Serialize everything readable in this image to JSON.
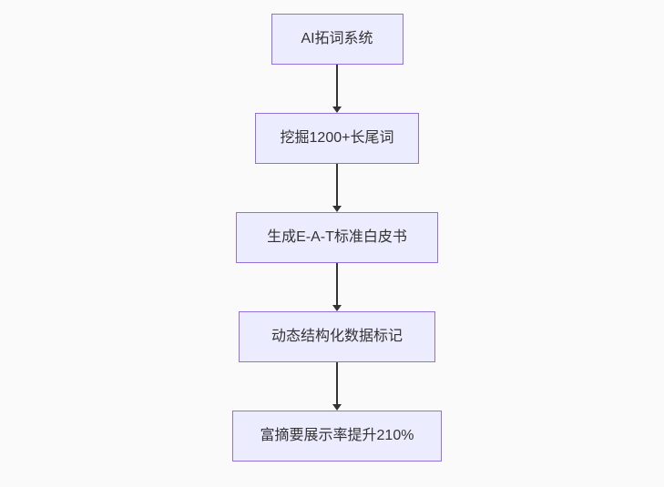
{
  "diagram": {
    "type": "flowchart",
    "direction": "top-down",
    "nodes": [
      {
        "label": "AI拓词系统"
      },
      {
        "label": "挖掘1200+长尾词"
      },
      {
        "label": "生成E-A-T标准白皮书"
      },
      {
        "label": "动态结构化数据标记"
      },
      {
        "label": "富摘要展示率提升210%"
      }
    ],
    "edges": [
      {
        "from": 0,
        "to": 1,
        "style": "arrow-down"
      },
      {
        "from": 1,
        "to": 2,
        "style": "arrow-down"
      },
      {
        "from": 2,
        "to": 3,
        "style": "arrow-down"
      },
      {
        "from": 3,
        "to": 4,
        "style": "arrow-down"
      }
    ]
  },
  "colors": {
    "background": "#fafafa",
    "node_fill": "#ececff",
    "node_border": "#9370db",
    "node_text": "#333333",
    "arrow": "#333333"
  }
}
